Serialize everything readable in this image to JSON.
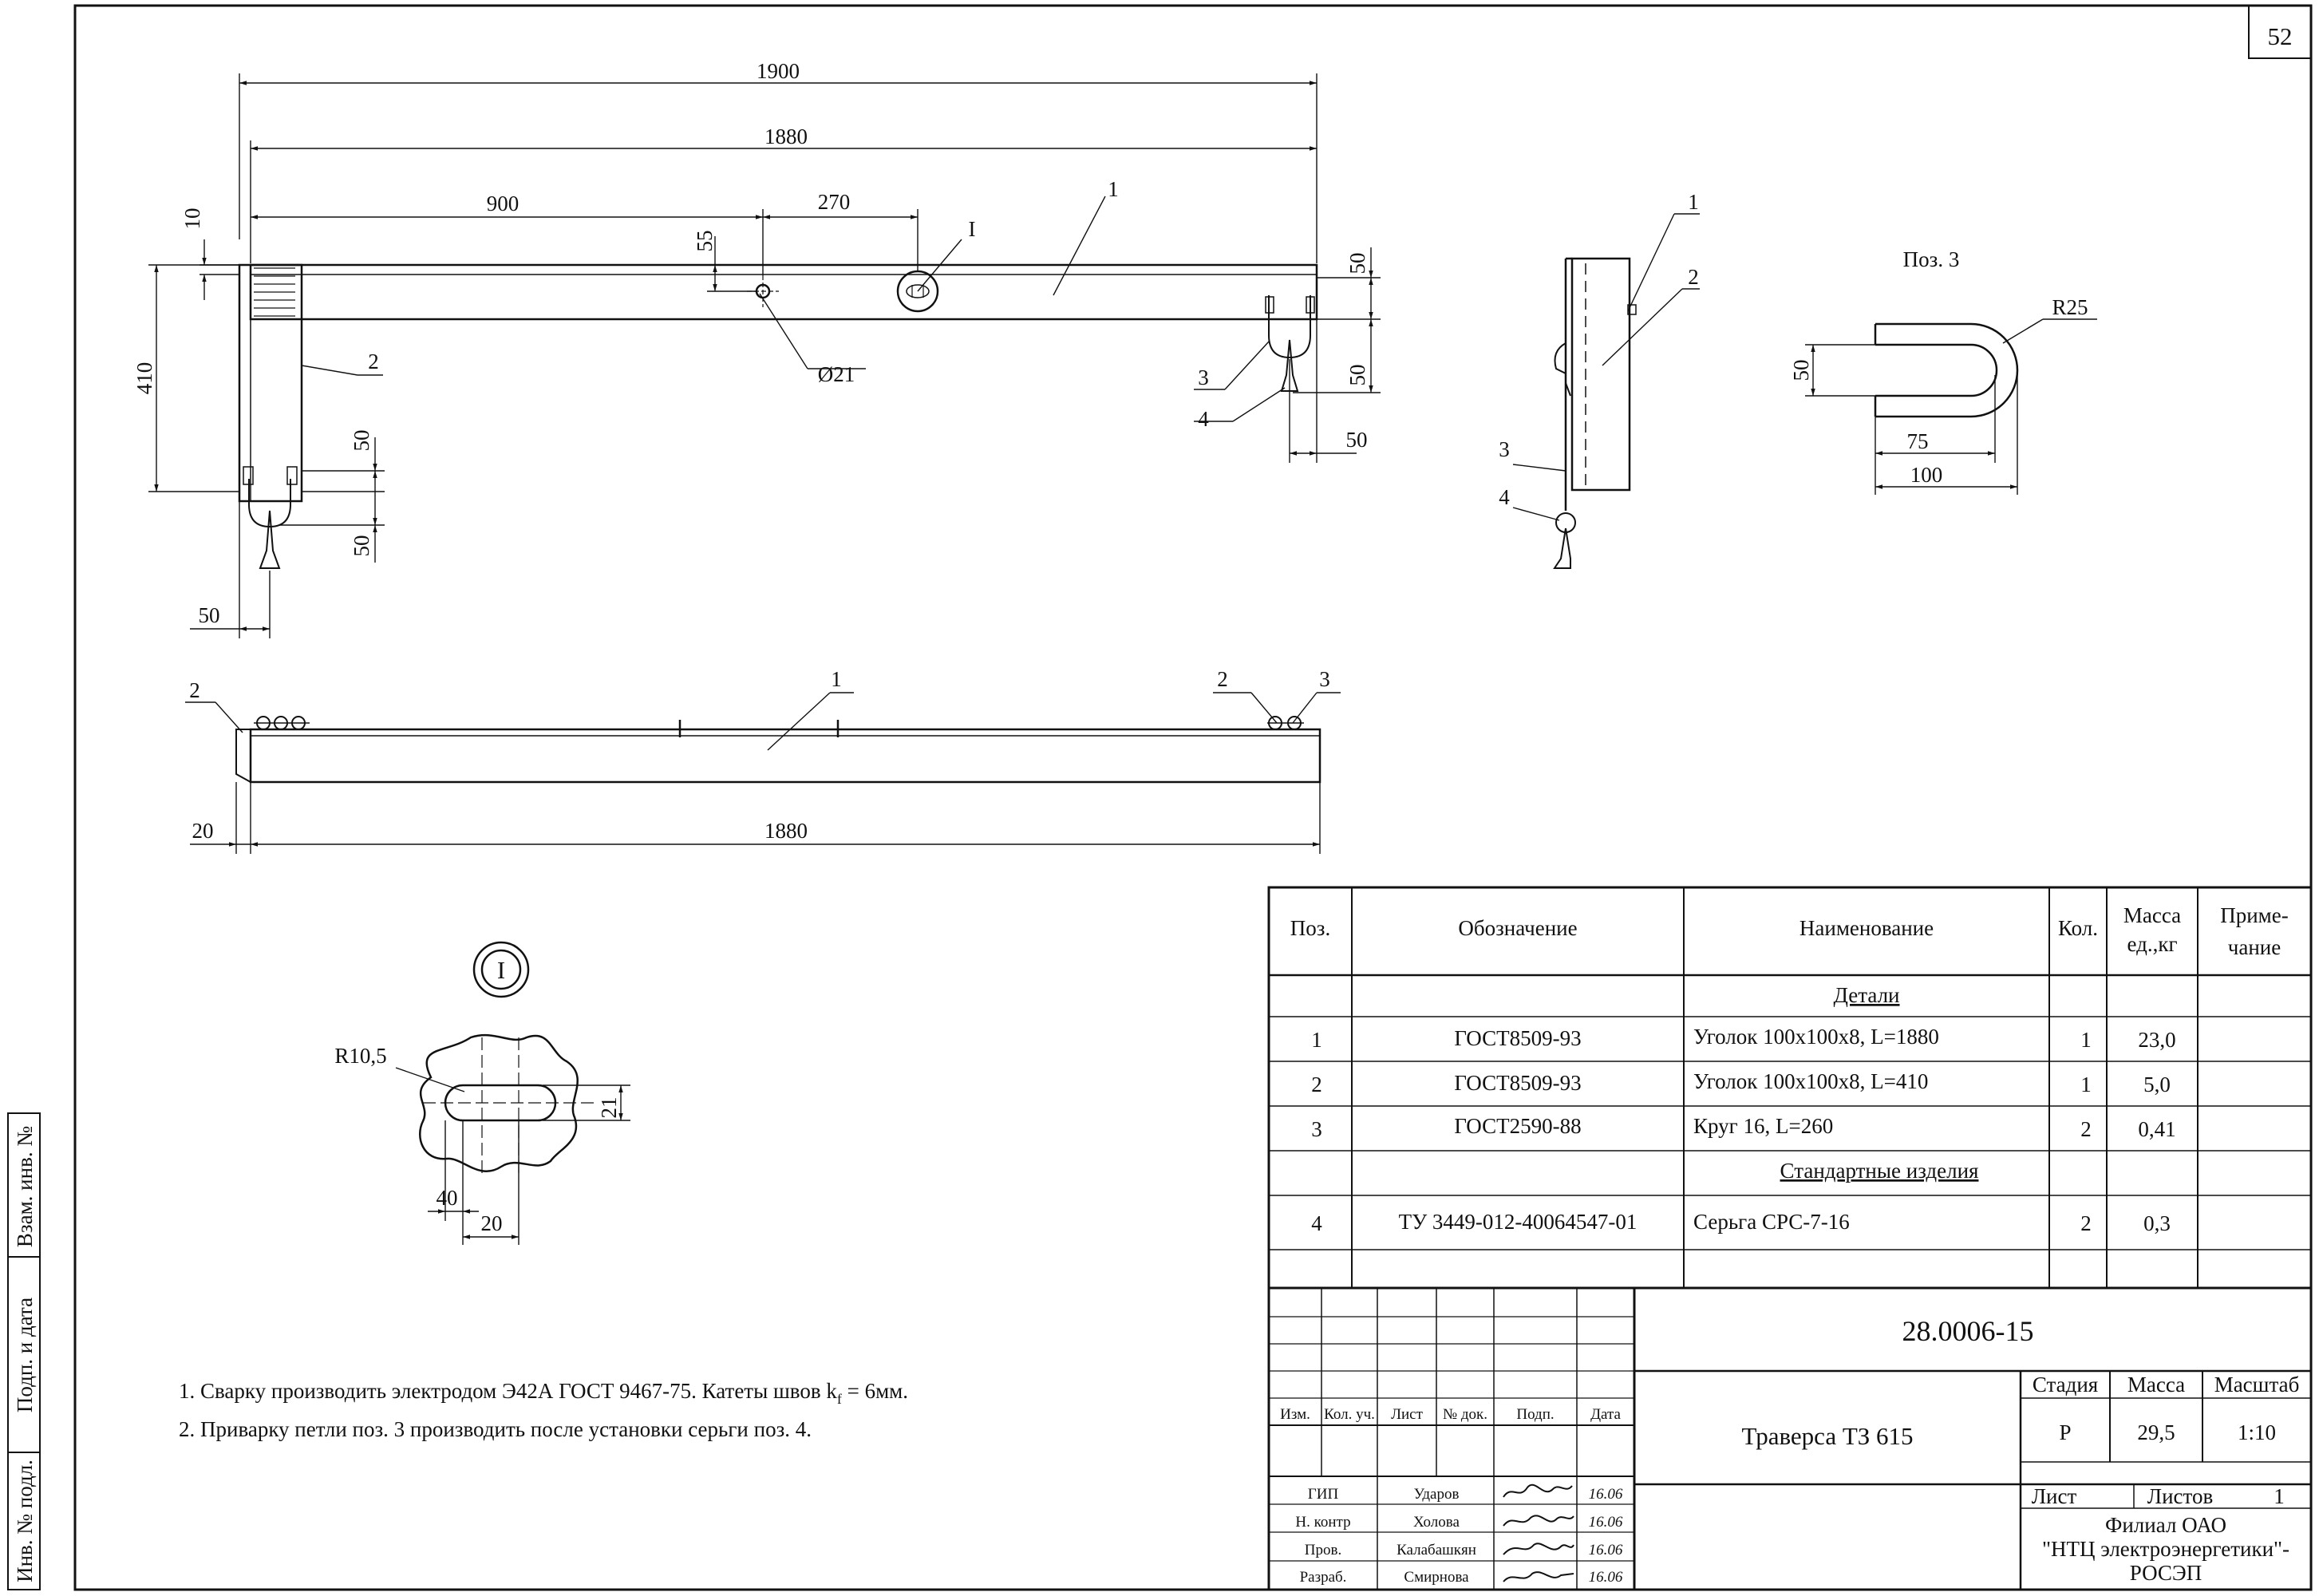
{
  "sheet_number": "52",
  "views": {
    "front": {
      "dims": {
        "overall": "1900",
        "length": "1880",
        "hole_pos": "900",
        "hole_spacing": "270",
        "hole_offset": "55",
        "flange": "10",
        "height": "410",
        "end_50a": "50",
        "end_50b": "50",
        "end_50c": "50",
        "left_50a": "50",
        "left_50b": "50",
        "left_50c": "50",
        "hole_dia": "Ø21"
      },
      "callouts": {
        "p1": "1",
        "p2": "2",
        "p3": "3",
        "p4": "4",
        "detail": "I"
      }
    },
    "side": {
      "callouts": {
        "p1": "1",
        "p2": "2",
        "p3": "3",
        "p4": "4"
      }
    },
    "pos3": {
      "title": "Поз. 3",
      "dims": {
        "radius": "R25",
        "height": "50",
        "inner": "75",
        "outer": "100"
      }
    },
    "plan": {
      "callouts": {
        "p1": "1",
        "p2a": "2",
        "p2b": "2",
        "p3": "3"
      },
      "dims": {
        "offset": "20",
        "length": "1880"
      }
    },
    "detail": {
      "label": "I",
      "dims": {
        "radius": "R10,5",
        "height": "21",
        "width": "40",
        "pitch": "20"
      }
    }
  },
  "notes": [
    "1. Сварку производить электродом Э42А ГОСТ 9467-75.  Катеты швов k",
    "2. Приварку петли поз. 3 производить после установки серьги поз. 4."
  ],
  "note_suffix": {
    "sub": "f",
    "rest": " = 6мм."
  },
  "spec_table": {
    "headers": {
      "pos": "Поз.",
      "designation": "Обозначение",
      "name": "Наименование",
      "qty": "Кол.",
      "mass1": "Масса",
      "mass2": "ед.,кг",
      "note1": "Приме-",
      "note2": "чание"
    },
    "section_details": "Детали",
    "section_standard": "Стандартные изделия",
    "rows": [
      {
        "pos": "1",
        "designation": "ГОСТ8509-93",
        "name": "Уголок 100х100х8, L=1880",
        "qty": "1",
        "mass": "23,0"
      },
      {
        "pos": "2",
        "designation": "ГОСТ8509-93",
        "name": "Уголок 100х100х8, L=410",
        "qty": "1",
        "mass": "5,0"
      },
      {
        "pos": "3",
        "designation": "ГОСТ2590-88",
        "name": "Круг 16, L=260",
        "qty": "2",
        "mass": "0,41"
      },
      {
        "pos": "4",
        "designation": "ТУ 3449-012-40064547-01",
        "name": "Серьга СРС-7-16",
        "qty": "2",
        "mass": "0,3"
      }
    ]
  },
  "title_block": {
    "code": "28.0006-15",
    "title": "Траверса ТЗ 615",
    "col_heads": [
      "Изм.",
      "Кол. уч.",
      "Лист",
      "№ док.",
      "Подп.",
      "Дата"
    ],
    "stage_label": "Стадия",
    "mass_label": "Масса",
    "scale_label": "Масштаб",
    "stage": "Р",
    "mass": "29,5",
    "scale": "1:10",
    "sheet_label": "Лист",
    "sheets_label": "Листов",
    "sheets": "1",
    "org": [
      "Филиал ОАО",
      "\"НТЦ электроэнергетики\"-",
      "РОСЭП"
    ],
    "people": [
      {
        "role": "ГИП",
        "name": "Ударов",
        "date": "16.06"
      },
      {
        "role": "Н. контр",
        "name": "Холова",
        "date": "16.06"
      },
      {
        "role": "Пров.",
        "name": "Калабашкян",
        "date": "16.06"
      },
      {
        "role": "Разраб.",
        "name": "Смирнова",
        "date": "16.06"
      }
    ]
  },
  "side_stamp": [
    "Взам. инв. №",
    "Подп. и дата",
    "Инв. № подл."
  ]
}
